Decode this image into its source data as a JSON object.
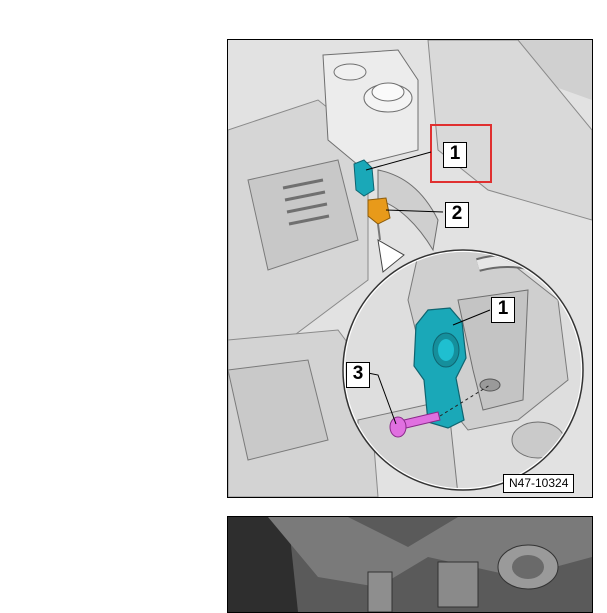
{
  "figure": {
    "code": "N47-10324",
    "callouts": [
      {
        "label": "1"
      },
      {
        "label": "2"
      },
      {
        "label": "1"
      },
      {
        "label": "3"
      }
    ],
    "colors": {
      "sensor_teal": "#1aa8b8",
      "bracket_orange": "#e89a1a",
      "bolt_magenta": "#e070e0",
      "highlight_red": "#e03030"
    }
  }
}
